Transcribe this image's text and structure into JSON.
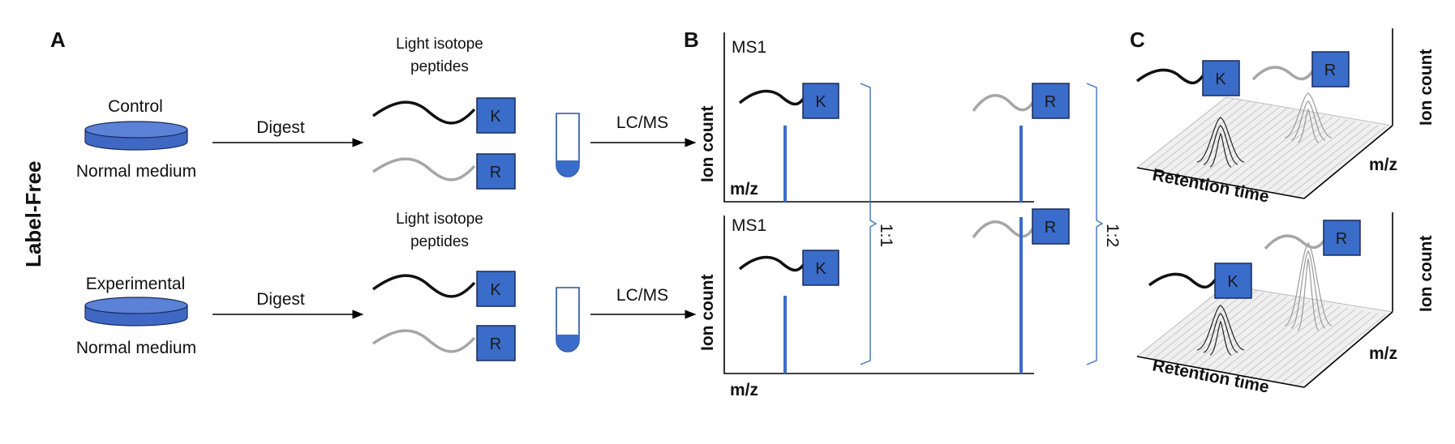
{
  "panel_a": {
    "letter": "A",
    "side_label": "Label-Free",
    "row1": {
      "condition": "Control",
      "medium": "Normal medium",
      "digest": "Digest",
      "peptides_line1": "Light isotope",
      "peptides_line2": "peptides",
      "lcms": "LC/MS"
    },
    "row2": {
      "condition": "Experimental",
      "medium": "Normal medium",
      "digest": "Digest",
      "peptides_line1": "Light isotope",
      "peptides_line2": "peptides",
      "lcms": "LC/MS"
    },
    "residues": {
      "k": "K",
      "r": "R"
    }
  },
  "panel_b": {
    "letter": "B",
    "top": {
      "title": "MS1",
      "ylabel": "Ion count",
      "xlabel": "m/z"
    },
    "bottom": {
      "title": "MS1",
      "ylabel": "Ion count",
      "xlabel": "m/z"
    },
    "ratio_k": "1:1",
    "ratio_r": "1:2",
    "residues": {
      "k": "K",
      "r": "R"
    }
  },
  "panel_c": {
    "letter": "C",
    "top": {
      "ylabel": "Ion count",
      "mz": "m/z",
      "rt": "Retention time"
    },
    "bottom": {
      "ylabel": "Ion count",
      "mz": "m/z",
      "rt": "Retention time"
    },
    "residues": {
      "k": "K",
      "r": "R"
    }
  },
  "colors": {
    "residue_box": "#3a6cc9",
    "heavy_wave": "#111111",
    "light_wave": "#a6a6a6",
    "ms_bar": "#3a6cc9"
  }
}
